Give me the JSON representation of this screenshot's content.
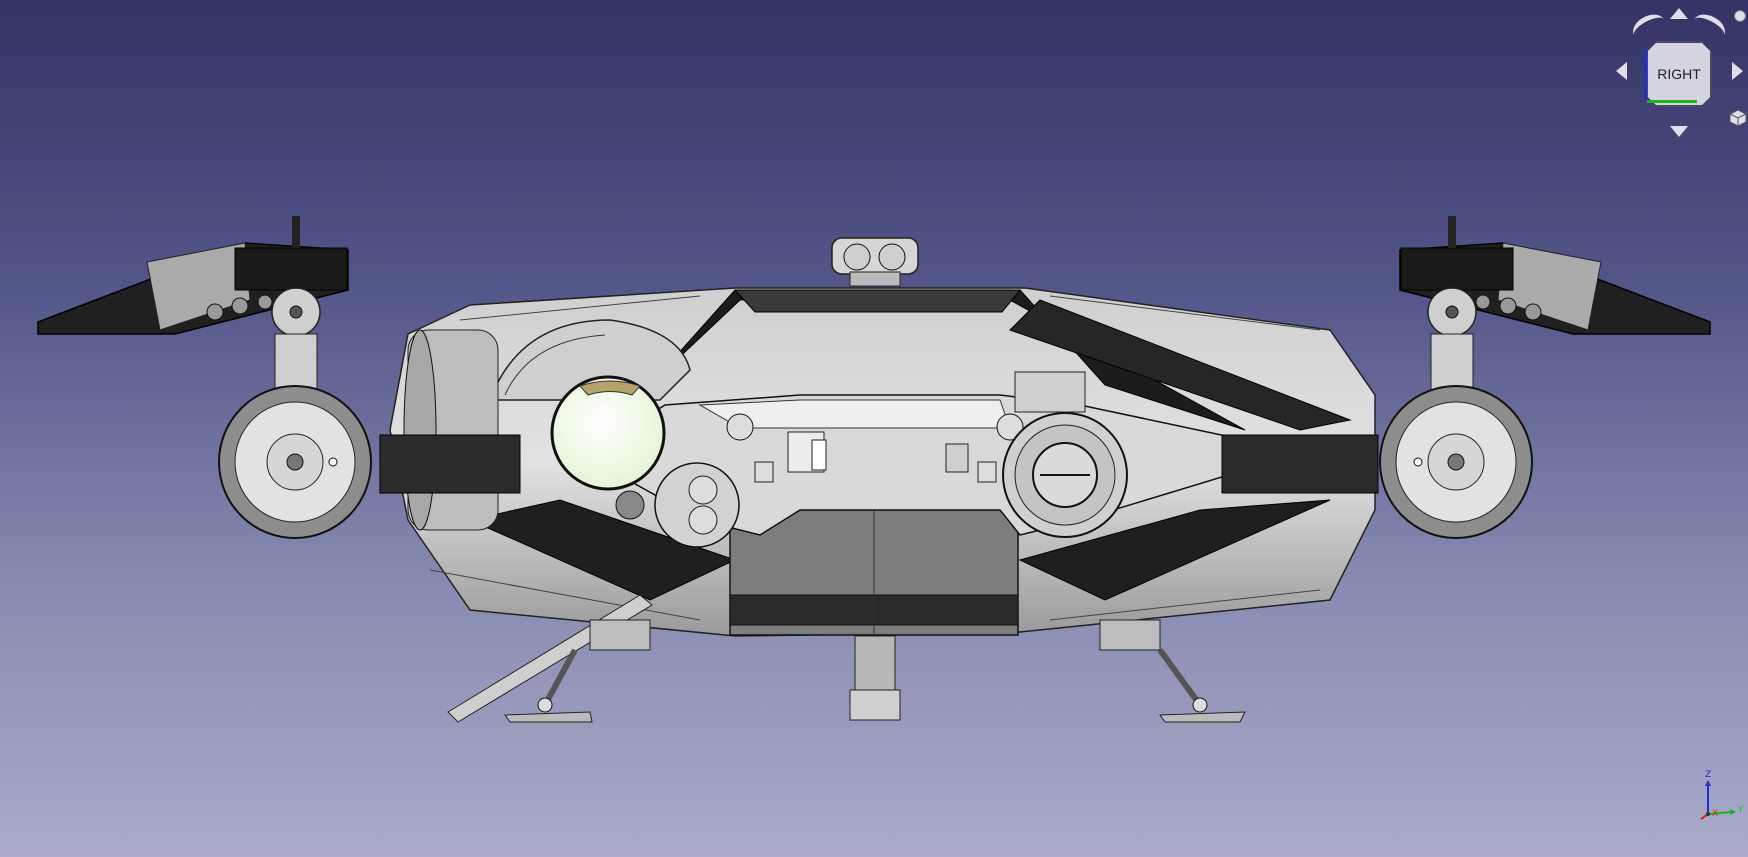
{
  "navcube": {
    "face_label": "RIGHT"
  },
  "axes": {
    "z": "Z",
    "x": "X",
    "y": "Y"
  },
  "colors": {
    "bg_top": "#333366",
    "bg_bottom": "#a9abc9",
    "hull_light": "#d8d8d8",
    "hull_mid": "#a8a8a8",
    "hull_dark": "#1e1e1e",
    "cockpit_glass": "#f2fde9",
    "axis_x": "#e02020",
    "axis_y": "#1db41d",
    "axis_z": "#2a2ad0"
  }
}
